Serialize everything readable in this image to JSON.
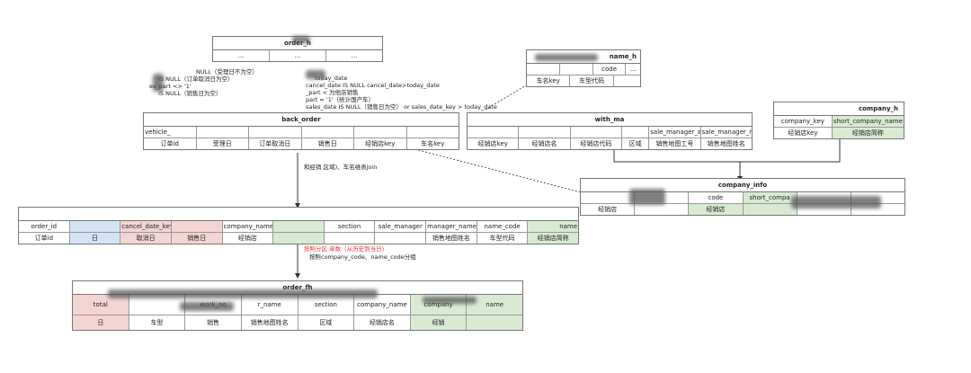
{
  "tables": {
    "top_order": {
      "title": "order_h",
      "rows": [
        [
          "...",
          "...",
          "..."
        ]
      ]
    },
    "name_table": {
      "title": "name_h",
      "header": [
        "",
        "",
        "code",
        "..."
      ],
      "labels": [
        "车名key",
        "车型代码"
      ]
    },
    "company_table": {
      "title": "company_h",
      "header": [
        "company_key",
        "short_company_name"
      ],
      "labels": [
        "经销店key",
        "经销店简称"
      ]
    },
    "back_order": {
      "title": "back_order",
      "header": [
        "vehicle_",
        "",
        "",
        "",
        "",
        ""
      ],
      "labels": [
        "订单id",
        "受理日",
        "订单取消日",
        "销售日",
        "经销店key",
        "车名key"
      ]
    },
    "with_manager": {
      "title": "with_ma",
      "header": [
        "",
        "",
        "",
        "",
        "sale_manager_work_no",
        "sale_manager_name"
      ],
      "labels": [
        "经销店key",
        "经销店名",
        "经销店代码",
        "区域",
        "销售地图工号",
        "销售地图姓名"
      ]
    },
    "company_info": {
      "title": "company_info",
      "header": [
        "",
        "",
        "code",
        "short_compa",
        "",
        ""
      ],
      "labels": [
        "经销店",
        "",
        "经销店",
        "",
        "",
        ""
      ]
    },
    "joined": {
      "title": "",
      "header": [
        "order_id",
        "",
        "cancel_date_key",
        "",
        "company_name",
        "",
        "section",
        "sale_manager",
        "manager_name",
        "name_code",
        "name"
      ],
      "labels": [
        "订单id",
        "日",
        "取消日",
        "销售日",
        "经销店",
        "",
        "",
        "",
        "销售地图姓名",
        "车型代码",
        "经销店简称"
      ]
    },
    "result": {
      "title": "order_fh",
      "header": [
        "total",
        "",
        "work_no",
        "r_name",
        "section",
        "company_name",
        "company",
        "name"
      ],
      "labels": [
        "日",
        "车型",
        "销售",
        "销售地图姓名",
        "区域",
        "经销店名",
        "经销",
        ""
      ]
    }
  },
  "notes": {
    "conditions": [
      "NULL（受理日不为空）",
      "IS NULL（订单取消日为空）",
      "es_part <> '1'",
      "IS NULL（销售日为空）"
    ],
    "right_conditions": [
      "today_date",
      "cancel_date IS NULL   cancel_date>today_date",
      "_part <   为他店销售",
      "part = '1'（统计国产车）",
      "sales_date IS NULL（销售日为空） or sales_date_key > today_date"
    ],
    "join_label": "和经销   区域)、车名维表join",
    "group_label_1": "按照分区   单数（从历史到当日)",
    "group_label_2": "按照company_code、name_code分组"
  }
}
